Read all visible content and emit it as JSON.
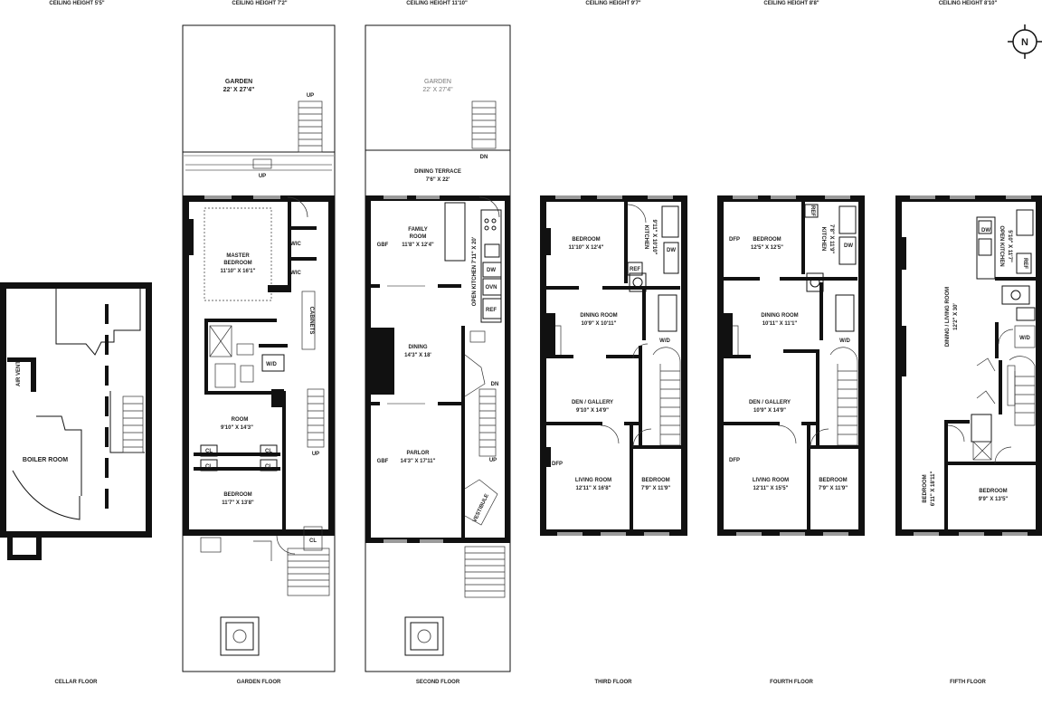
{
  "ceiling_heights": {
    "cellar": "CEILING HEIGHT 5'5\"",
    "garden": "CEILING HEIGHT 7'2\"",
    "second": "CEILING HEIGHT 11'10\"",
    "third": "CEILING HEIGHT 9'7\"",
    "fourth": "CEILING HEIGHT 8'8\"",
    "fifth": "CEILING HEIGHT 8'10\""
  },
  "floor_titles": {
    "cellar": "CELLAR FLOOR",
    "garden": "GARDEN FLOOR",
    "second": "SECOND FLOOR",
    "third": "THIRD FLOOR",
    "fourth": "FOURTH FLOOR",
    "fifth": "FIFTH FLOOR"
  },
  "compass": "N",
  "cellar": {
    "air_vent": "AIR VENT",
    "boiler_room": "BOILER ROOM"
  },
  "garden_floor": {
    "garden_name": "GARDEN",
    "garden_dim": "22' X 27'4\"",
    "up1": "UP",
    "up2": "UP",
    "master_name": "MASTER",
    "master_name2": "BEDROOM",
    "master_dim": "11'10\" X 16'1\"",
    "wic1": "WIC",
    "wic2": "WIC",
    "cabinets": "CABINETS",
    "wd": "W/D",
    "room_name": "ROOM",
    "room_dim": "9'10\" X 14'3\"",
    "cl1": "CL",
    "cl2": "CL",
    "cl3": "CL",
    "cl4": "CL",
    "cl5": "CL",
    "bedroom_name": "BEDROOM",
    "bedroom_dim": "11'7\" X 13'8\"",
    "up3": "UP"
  },
  "second_floor": {
    "garden_name": "GARDEN",
    "garden_dim": "22' X 27'4\"",
    "dn1": "DN",
    "terrace_name": "DINING TERRACE",
    "terrace_dim": "7'6\" X 22'",
    "gbf1": "GBF",
    "family_name": "FAMILY",
    "family_name2": "ROOM",
    "family_dim": "11'8\" X 12'4\"",
    "kitchen": "OPEN KITCHEN 7'11\" X 20'",
    "dw": "DW",
    "ovn": "OVN",
    "ref": "REF",
    "dining_name": "DINING",
    "dining_dim": "14'3\" X 18'",
    "dn2": "DN",
    "parlor_name": "PARLOR",
    "parlor_dim": "14'3\" X 17'11\"",
    "gbf2": "GBF",
    "up": "UP",
    "vestibule": "VESTIBULE"
  },
  "third_floor": {
    "bedroom1_name": "BEDROOM",
    "bedroom1_dim": "11'10\" X 12'4\"",
    "kitchen": "KITCHEN",
    "kitchen_dim": "9'11\" X 10'10\"",
    "dw": "DW",
    "ref": "REF",
    "dining_name": "DINING ROOM",
    "dining_dim": "10'9\" X 10'11\"",
    "wd": "W/D",
    "den_name": "DEN / GALLERY",
    "den_dim": "9'10\" X 14'9\"",
    "dfp": "DFP",
    "living_name": "LIVING ROOM",
    "living_dim": "12'11\" X 16'8\"",
    "bedroom2_name": "BEDROOM",
    "bedroom2_dim": "7'9\" X 11'9\""
  },
  "fourth_floor": {
    "dfp1": "DFP",
    "bedroom1_name": "BEDROOM",
    "bedroom1_dim": "12'5\" X 12'5\"",
    "ref": "REF",
    "kitchen": "KITCHEN",
    "kitchen_dim": "7'8\" X 11'9\"",
    "dw": "DW",
    "dining_name": "DINING ROOM",
    "dining_dim": "10'11\" X 11'1\"",
    "wd": "W/D",
    "den_name": "DEN / GALLERY",
    "den_dim": "10'9\" X 14'9\"",
    "dfp2": "DFP",
    "living_name": "LIVING ROOM",
    "living_dim": "12'11\" X 15'5\"",
    "bedroom2_name": "BEDROOM",
    "bedroom2_dim": "7'9\" X 11'9\""
  },
  "fifth_floor": {
    "dw": "DW",
    "kitchen": "OPEN KITCHEN",
    "kitchen_dim": "5'10\" X 11'7\"",
    "ref": "REF",
    "dining_living": "DINING / LIVING ROOM",
    "dining_living_dim": "12'2\" X 30'",
    "wd": "W/D",
    "bedroom1_name": "BEDROOM",
    "bedroom1_dim": "6'11\" X 18'11\"",
    "bedroom2_name": "BEDROOM",
    "bedroom2_dim": "9'9\" X 13'5\""
  }
}
